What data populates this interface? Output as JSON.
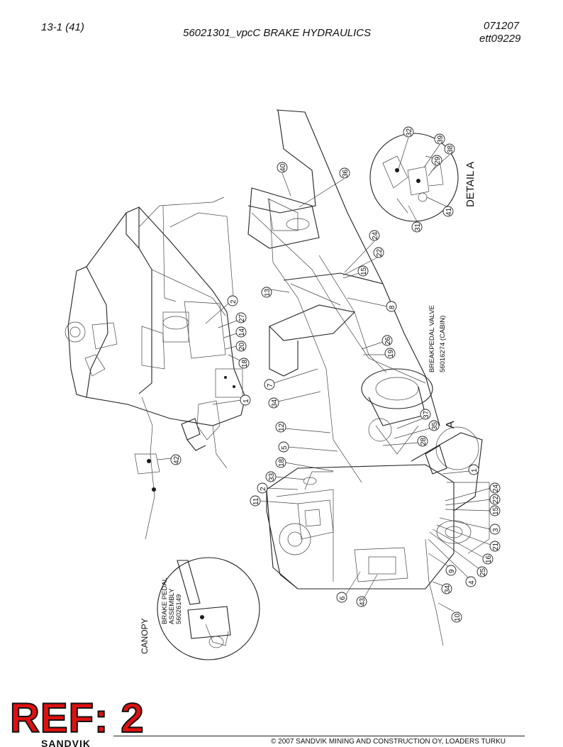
{
  "header": {
    "page_number": "13-1 (41)",
    "title": "56021301_vpcC BRAKE HYDRAULICS",
    "date": "071207",
    "code": "ett09229"
  },
  "labels": {
    "detail_a": "DETAIL A",
    "breakpedal_valve": "BREAKPEDAL VALVE",
    "breakpedal_valve_pn": "56016274 (CABIN)",
    "view_marker": "A",
    "canopy": "CANOPY",
    "pedal_line1": "BRAKE PEDAL",
    "pedal_line2": "ASSEMBLY",
    "pedal_pn": "56026149"
  },
  "callouts": {
    "c32": "32",
    "c39": "39",
    "c38": "38",
    "c29": "29",
    "c41": "41",
    "c31": "31",
    "c40": "40",
    "c36": "36",
    "c24a": "24",
    "c22a": "22",
    "c15a": "15",
    "c13": "13",
    "c8": "8",
    "c2a": "2",
    "c27": "27",
    "c14": "14",
    "c20": "20",
    "c18a": "18",
    "c26": "26",
    "c19": "19",
    "c7": "7",
    "c1a": "1",
    "c34a": "34",
    "c37": "37",
    "c35": "35",
    "c12": "12",
    "c28": "28",
    "c5": "5",
    "c42": "42",
    "c18b": "18",
    "c33": "33",
    "c2b": "2",
    "c11": "11",
    "c1b": "1",
    "c24b": "24",
    "c22b": "22",
    "c15b": "15",
    "c3": "3",
    "c21": "21",
    "c16": "16",
    "c25": "25",
    "c9": "9",
    "c4": "4",
    "c34b": "34",
    "c6": "6",
    "c43": "43",
    "c10": "10"
  },
  "stamp": {
    "text": "REF: 2",
    "color": "#e01010"
  },
  "footer": {
    "brand_fragment": "SANDVIK",
    "copyright": "© 2007 SANDVIK MINING AND CONSTRUCTION OY, LOADERS TURKU"
  }
}
